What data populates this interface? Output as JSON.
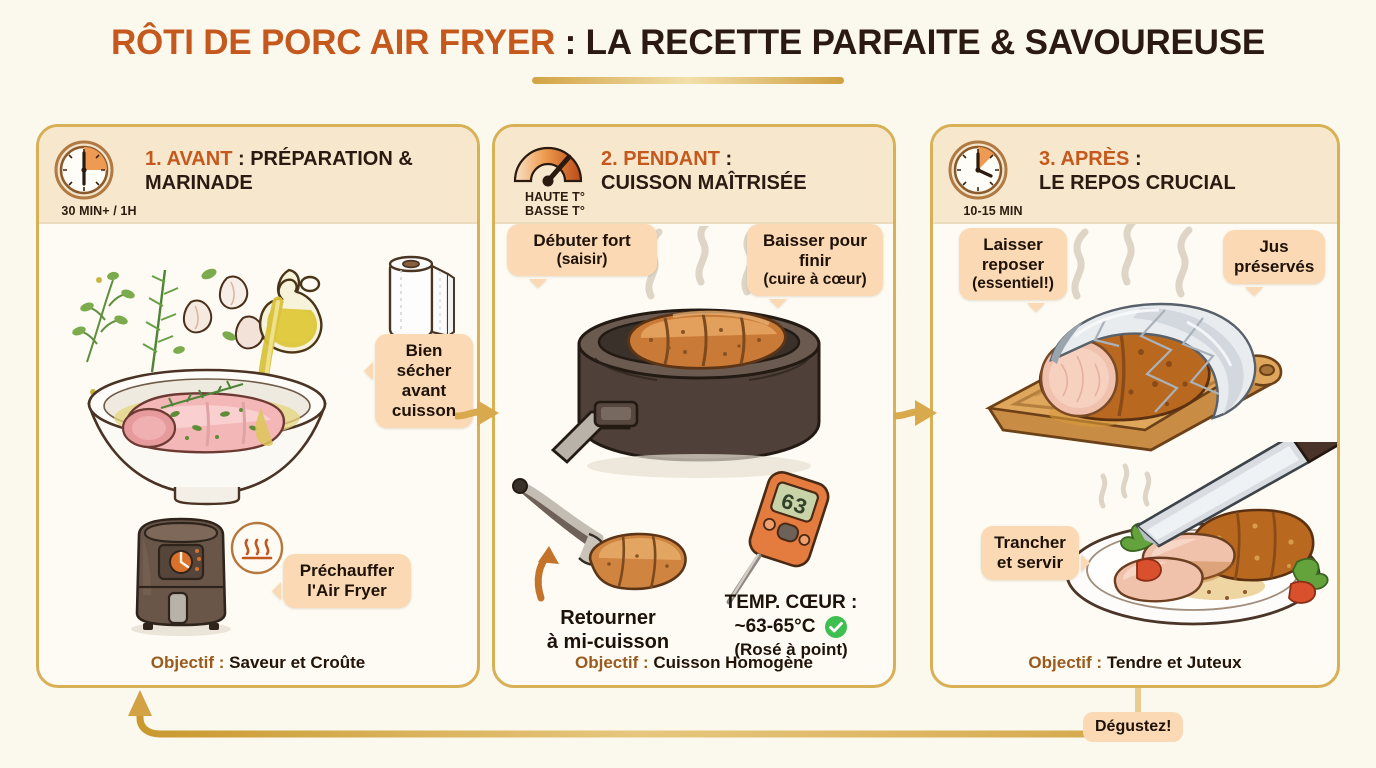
{
  "title": {
    "accent_part": "RÔTI DE PORC AIR FRYER",
    "separator": " : ",
    "dark_part": "LA RECETTE PARFAITE & SAVOUREUSE"
  },
  "colors": {
    "accent_orange": "#c4581d",
    "dark_brown": "#2b1a12",
    "gold_border": "#d8b055",
    "panel_header_bg": "#f7e8cd",
    "panel_body_bg": "#fdfbf3",
    "page_bg": "#fbf8ee",
    "bubble_bg": "#fbd9b4",
    "check_green": "#3fbf4f"
  },
  "panels": [
    {
      "id": "avant",
      "icon": "clock-icon",
      "duration": "30 MIN+ / 1H",
      "step_number": "1. AVANT",
      "separator": " : ",
      "step_name": "PRÉPARATION & MARINADE",
      "illustrations": [
        "marinade-bowl-illustration",
        "paper-towel-roll-illustration",
        "air-fryer-illustration",
        "heat-waves-icon"
      ],
      "callouts": [
        {
          "name": "dry-meat-callout",
          "text": "Bien sécher avant cuisson",
          "sub": ""
        },
        {
          "name": "preheat-callout",
          "text": "Préchauffer l'Air Fryer",
          "sub": ""
        }
      ],
      "objectif_label": "Objectif",
      "objectif_sep": " : ",
      "objectif_value": "Saveur et Croûte"
    },
    {
      "id": "pendant",
      "icon": "temperature-gauge-icon",
      "duration_line1": "HAUTE T°",
      "duration_line2": "BASSE T°",
      "step_number": "2. PENDANT",
      "separator": " : ",
      "step_name": "CUISSON MAÎTRISÉE",
      "illustrations": [
        "air-fryer-basket-illustration",
        "tongs-illustration",
        "meat-thermometer-illustration",
        "steam-icon"
      ],
      "callouts": [
        {
          "name": "start-high-callout",
          "text": "Débuter fort",
          "sub": "(saisir)"
        },
        {
          "name": "lower-heat-callout",
          "text": "Baisser pour finir",
          "sub": "(cuire à cœur)"
        }
      ],
      "annotations": [
        {
          "name": "flip-annotation",
          "line1": "Retourner",
          "line2": "à mi-cuisson"
        },
        {
          "name": "core-temp-annotation",
          "label": "TEMP. CŒUR :",
          "value": "~63-65°C",
          "sub": "(Rosé à point)",
          "check": "✓"
        }
      ],
      "thermometer_reading": "63",
      "objectif_label": "Objectif",
      "objectif_sep": " : ",
      "objectif_value": "Cuisson Homogène"
    },
    {
      "id": "apres",
      "icon": "clock-icon",
      "duration": "10-15 MIN",
      "step_number": "3. APRÈS",
      "separator": " : ",
      "step_name": "LE REPOS CRUCIAL",
      "illustrations": [
        "foil-covered-roast-illustration",
        "cutting-board-illustration",
        "knife-illustration",
        "sliced-roast-plate-illustration",
        "steam-icon"
      ],
      "callouts": [
        {
          "name": "rest-callout",
          "text": "Laisser reposer",
          "sub": "(essentiel!)"
        },
        {
          "name": "juices-callout",
          "text": "Jus préservés",
          "sub": ""
        },
        {
          "name": "slice-serve-callout",
          "text": "Trancher et servir",
          "sub": ""
        }
      ],
      "objectif_label": "Objectif",
      "objectif_sep": " : ",
      "objectif_value": "Tendre et Juteux"
    }
  ],
  "loop": {
    "label": "Dégustez!"
  }
}
